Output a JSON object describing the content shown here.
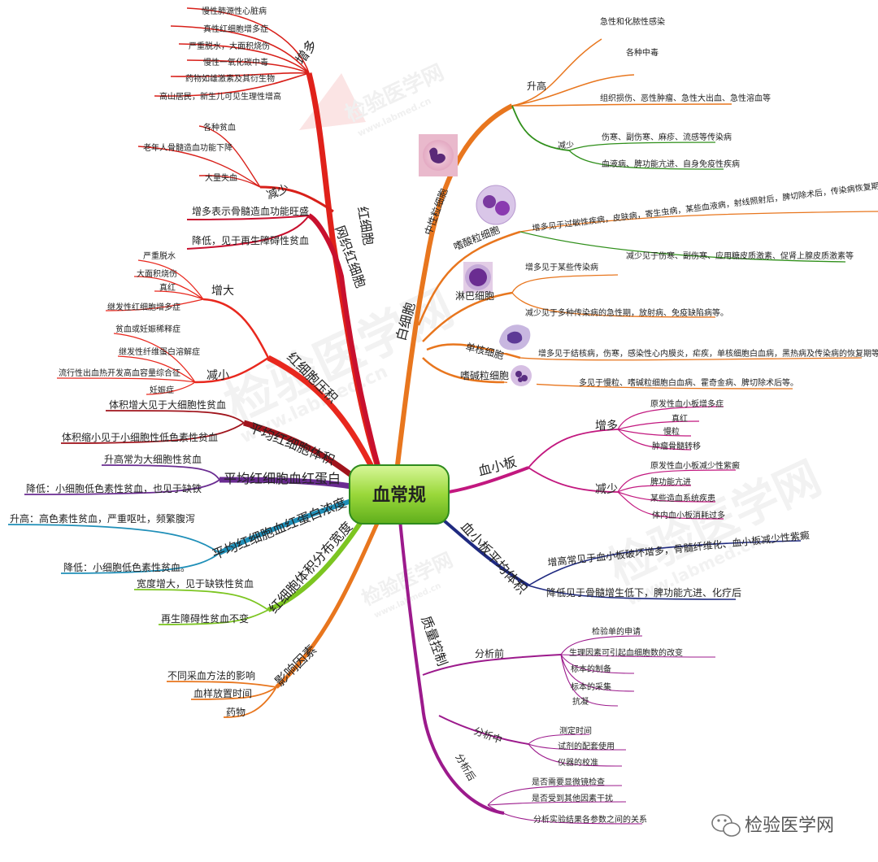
{
  "center": {
    "label": "血常规"
  },
  "watermark": {
    "text": "检验医学网",
    "sub": "www.labmed.cn"
  },
  "footer": {
    "brand": "检验医学网"
  },
  "colors": {
    "rbc": "#e0211a",
    "retic": "#c8102e",
    "hct": "#e8281e",
    "mcv": "#a0141c",
    "mch": "#6a2c91",
    "mchc": "#1f8fb8",
    "rdw": "#7cc521",
    "factors": "#e8761e",
    "wbc": "#e8761e",
    "wbc_down": "#2f8f1a",
    "plt": "#c2187f",
    "mpv": "#1f2a80",
    "qc": "#9c1a8c",
    "center_fill": "#a8e04a",
    "center_border": "#2e8b1e"
  },
  "rbc": {
    "label": "红细胞",
    "up": {
      "label": "增多",
      "items": [
        "慢性肺源性心脏病",
        "真性红细胞增多症",
        "严重脱水，大面积烧伤",
        "慢性一氧化碳中毒",
        "药物如雄激素及其衍生物",
        "高山居民，新生儿可见生理性增高"
      ]
    },
    "down": {
      "label": "减少",
      "items": [
        "各种贫血",
        "老年人骨髓造血功能下降",
        "大量失血"
      ]
    }
  },
  "retic": {
    "label": "网织红细胞",
    "items": [
      "增多表示骨髓造血功能旺盛",
      "降低，见于再生障碍性贫血"
    ]
  },
  "hct": {
    "label": "红细胞压积",
    "up": {
      "label": "增大",
      "items": [
        "严重脱水",
        "大面积烧伤",
        "真红",
        "继发性红细胞增多症"
      ]
    },
    "down": {
      "label": "减小",
      "items": [
        "贫血或妊娠稀释症",
        "继发性纤维蛋白溶解症",
        "流行性出血热开发高血容量综合征",
        "妊娠症"
      ]
    }
  },
  "mcv": {
    "label": "平均红细胞体积",
    "items": [
      "体积增大见于大细胞性贫血",
      "体积缩小见于小细胞性低色素性贫血"
    ]
  },
  "mch": {
    "label": "平均红细胞血红蛋白",
    "items": [
      "升高常为大细胞性贫血",
      "降低：小细胞低色素性贫血，也见于缺铁"
    ]
  },
  "mchc": {
    "label": "平均红细胞血红蛋白浓度",
    "items": [
      "升高：高色素性贫血，严重呕吐，频繁腹泻",
      "降低：小细胞低色素性贫血。"
    ]
  },
  "rdw": {
    "label": "红细胞体积分布宽度",
    "items": [
      "宽度增大，见于缺铁性贫血",
      "再生障碍性贫血不变"
    ]
  },
  "factors": {
    "label": "影响因素",
    "items": [
      "不同采血方法的影响",
      "血样放置时间",
      "药物"
    ]
  },
  "wbc": {
    "label": "白细胞",
    "neutrophil": {
      "label": "中性粒细胞",
      "up": {
        "label": "升高",
        "items": [
          "急性和化脓性感染",
          "各种中毒",
          "组织损伤、恶性肿瘤、急性大出血、急性溶血等"
        ]
      },
      "down": {
        "label": "减少",
        "items": [
          "伤寒、副伤寒、麻疹、流感等传染病",
          "血液病、脾功能亢进、自身免疫性疾病"
        ]
      }
    },
    "eosinophil": {
      "label": "嗜酸粒细胞",
      "items": [
        "增多见于过敏性疾病，皮肤病，寄生虫病，某些血液病，射线照射后，脾切除术后，传染病恢复期等。",
        "减少见于伤寒、副伤寒、应用糖皮质激素、促肾上腺皮质激素等"
      ]
    },
    "lymphocyte": {
      "label": "淋巴细胞",
      "items": [
        "增多见于某些传染病",
        "减少见于多种传染病的急性期，放射病、免疫缺陷病等。"
      ]
    },
    "monocyte": {
      "label": "单核细胞",
      "items": [
        "增多见于结核病，伤寒，感染性心内膜炎，疟疾，单核细胞白血病，黑热病及传染病的恢复期等。"
      ]
    },
    "basophil": {
      "label": "嗜碱粒细胞",
      "items": [
        "多见于慢粒、嗜碱粒细胞白血病、霍奇金病、脾切除术后等。"
      ]
    }
  },
  "plt": {
    "label": "血小板",
    "up": {
      "label": "增多",
      "items": [
        "原发性血小板增多症",
        "真红",
        "慢粒",
        "肿瘤骨髓转移"
      ]
    },
    "down": {
      "label": "减少",
      "items": [
        "原发性血小板减少性紫癜",
        "脾功能亢进",
        "某些造血系统疾患",
        "体内血小板消耗过多"
      ]
    }
  },
  "mpv": {
    "label": "血小板平均体积",
    "items": [
      "增高常见于血小板破坏增多，骨髓纤维化、血小板减少性紫癜",
      "降低见于骨髓增生低下，脾功能亢进、化疗后"
    ]
  },
  "qc": {
    "label": "质量控制",
    "pre": {
      "label": "分析前",
      "items": [
        "检验单的申请",
        "生理因素可引起血细胞数的改变",
        "标本的制备",
        "标本的采集",
        "抗凝"
      ]
    },
    "mid": {
      "label": "分析中",
      "items": [
        "测定时间",
        "试剂的配套使用",
        "仪器的校准"
      ]
    },
    "post": {
      "label": "分析后",
      "items": [
        "是否需要显微镜检查",
        "是否受到其他因素干扰",
        "分析实验结果各参数之间的关系"
      ]
    }
  }
}
